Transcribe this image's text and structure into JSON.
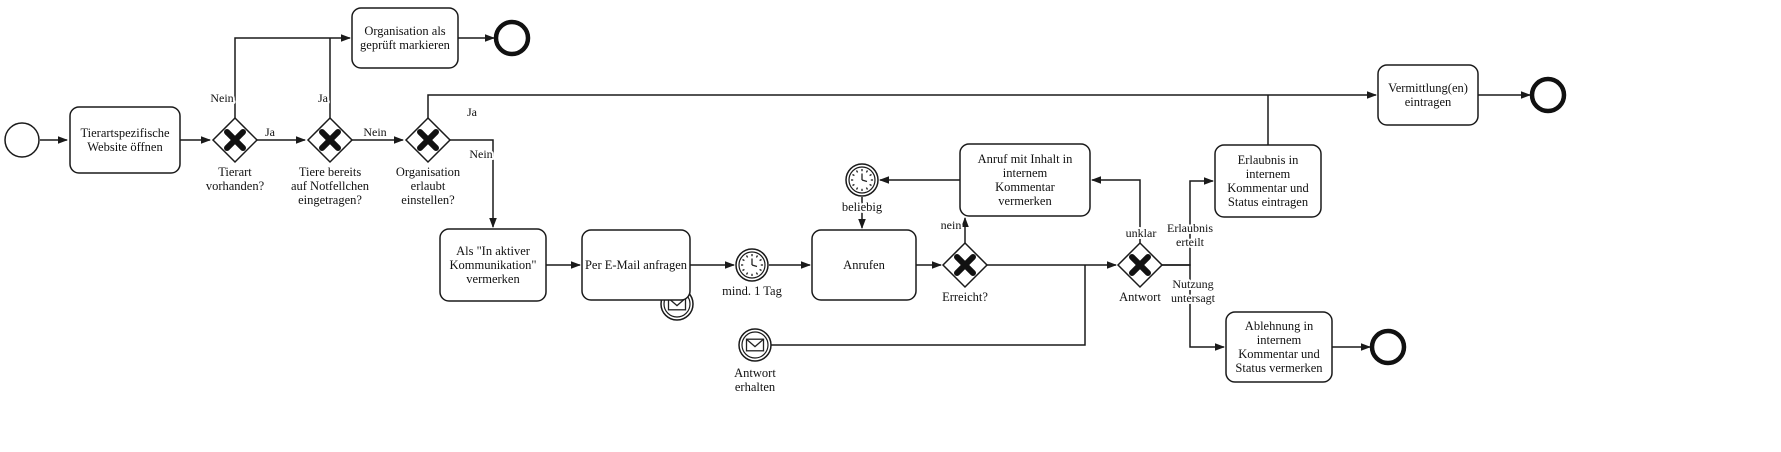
{
  "colors": {
    "line": "#1a1a1a",
    "shape_fill": "#ffffff",
    "background": "#ffffff",
    "text": "#111111"
  },
  "tasks": [
    {
      "id": "open-website",
      "lines": [
        "Tierartspezifische",
        "Website öffnen"
      ]
    },
    {
      "id": "mark-org-checked",
      "lines": [
        "Organisation als",
        "geprüft markieren"
      ]
    },
    {
      "id": "mark-active-communication",
      "lines": [
        "Als \"In aktiver",
        "Kommunikation\"",
        "vermerken"
      ]
    },
    {
      "id": "email-request",
      "lines": [
        "Per E-Mail anfragen"
      ]
    },
    {
      "id": "call",
      "lines": [
        "Anrufen"
      ]
    },
    {
      "id": "note-call-in-comment",
      "lines": [
        "Anruf mit Inhalt in",
        "internem",
        "Kommentar",
        "vermerken"
      ]
    },
    {
      "id": "note-permission",
      "lines": [
        "Erlaubnis in",
        "internem",
        "Kommentar und",
        "Status eintragen"
      ]
    },
    {
      "id": "note-rejection",
      "lines": [
        "Ablehnung in",
        "internem",
        "Kommentar und",
        "Status vermerken"
      ]
    },
    {
      "id": "enter-referrals",
      "lines": [
        "Vermittlung(en)",
        "eintragen"
      ]
    }
  ],
  "gateways": [
    {
      "id": "species-available",
      "label_lines": [
        "Tierart",
        "vorhanden?"
      ]
    },
    {
      "id": "already-listed",
      "label_lines": [
        "Tiere bereits",
        "auf Notfellchen",
        "eingetragen?"
      ]
    },
    {
      "id": "org-allows-listing",
      "label_lines": [
        "Organisation",
        "erlaubt",
        "einstellen?"
      ]
    },
    {
      "id": "reached",
      "label_lines": [
        "Erreicht?"
      ]
    },
    {
      "id": "answer",
      "label_lines": [
        "Antwort"
      ]
    }
  ],
  "events": {
    "timer_min_one_day": "mind. 1 Tag",
    "timer_any_time": "beliebig",
    "answer_received": [
      "Antwort",
      "erhalten"
    ]
  },
  "edge_labels": {
    "species_no": "Nein",
    "species_yes": "Ja",
    "listed_yes": "Ja",
    "listed_no": "Nein",
    "allowed_yes": "Ja",
    "allowed_no": "Nein",
    "reached_no": "nein",
    "answer_unclear": "unklar",
    "permission_granted": [
      "Erlaubnis",
      "erteilt"
    ],
    "usage_forbidden": [
      "Nutzung",
      "untersagt"
    ]
  }
}
